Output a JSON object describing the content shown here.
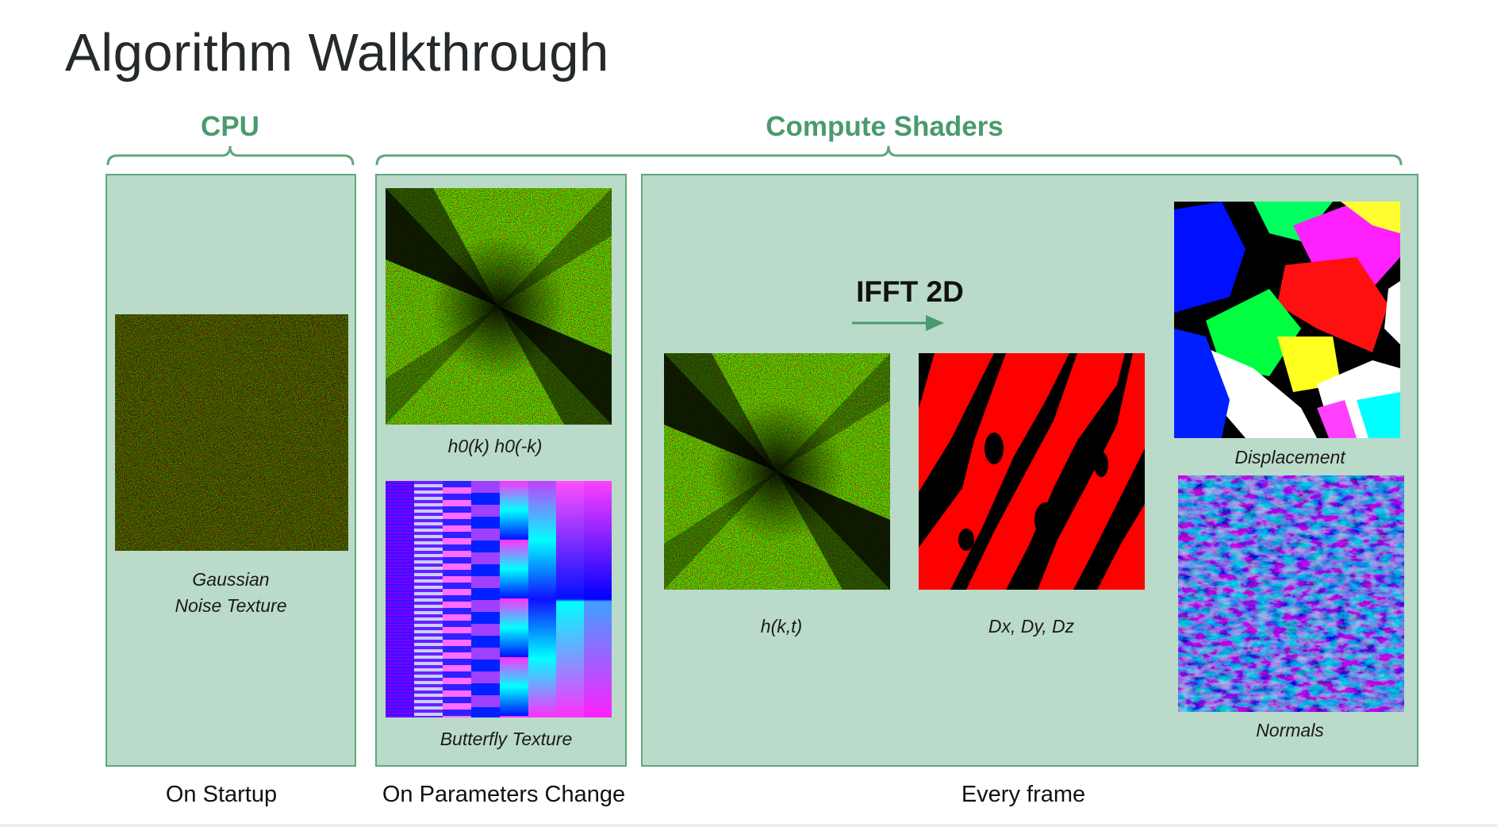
{
  "title": "Algorithm Walkthrough",
  "groups": {
    "cpu": "CPU",
    "compute": "Compute Shaders"
  },
  "captions": {
    "gaussian": "Gaussian",
    "gaussian2": "Noise Texture",
    "h0": "h0(k) h0(-k)",
    "butterfly": "Butterfly Texture",
    "hkt": "h(k,t)",
    "dxyz": "Dx, Dy, Dz",
    "displacement": "Displacement",
    "normals": "Normals"
  },
  "ifft_label": "IFFT 2D",
  "stages": {
    "startup": "On Startup",
    "params": "On Parameters Change",
    "frame": "Every frame"
  },
  "colors": {
    "accent": "#4a9a6e",
    "panel_fill": "#badbc9",
    "panel_border": "#5ea77d"
  }
}
